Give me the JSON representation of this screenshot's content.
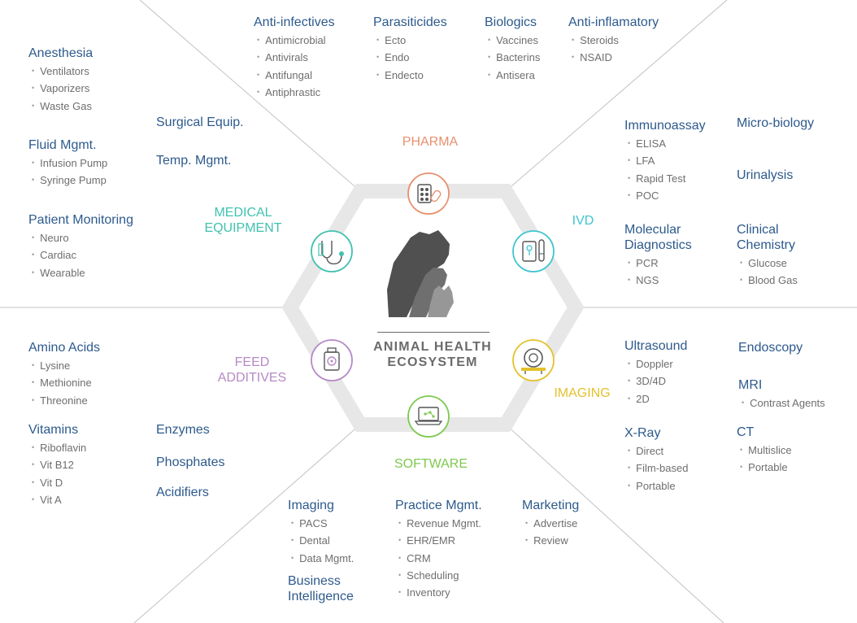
{
  "center": {
    "title_line1": "ANIMAL HEALTH",
    "title_line2": "ECOSYSTEM"
  },
  "categories": {
    "pharma": "PHARMA",
    "ivd": "IVD",
    "medical_line1": "MEDICAL",
    "medical_line2": "EQUIPMENT",
    "feed_line1": "FEED",
    "feed_line2": "ADDITIVES",
    "imaging": "IMAGING",
    "software": "SOFTWARE"
  },
  "colors": {
    "pharma": "#e8906e",
    "ivd": "#3ec5cf",
    "medical": "#3fc2b0",
    "feed": "#b58ac6",
    "imaging": "#e3c12d",
    "software": "#7ec94f",
    "heading": "#2d5a8c",
    "item": "#6e6e6e"
  },
  "pharma": {
    "anti_infectives": {
      "title": "Anti-infectives",
      "items": [
        "Antimicrobial",
        "Antivirals",
        "Antifungal",
        "Antiphrastic"
      ]
    },
    "parasiticides": {
      "title": "Parasiticides",
      "items": [
        "Ecto",
        "Endo",
        "Endecto"
      ]
    },
    "biologics": {
      "title": "Biologics",
      "items": [
        "Vaccines",
        "Bacterins",
        "Antisera"
      ]
    },
    "anti_inflammatory": {
      "title": "Anti-inflamatory",
      "items": [
        "Steroids",
        "NSAID"
      ]
    }
  },
  "medical": {
    "anesthesia": {
      "title": "Anesthesia",
      "items": [
        "Ventilators",
        "Vaporizers",
        "Waste Gas"
      ]
    },
    "fluid": {
      "title": "Fluid Mgmt.",
      "items": [
        "Infusion Pump",
        "Syringe Pump"
      ]
    },
    "patient": {
      "title": "Patient Monitoring",
      "items": [
        "Neuro",
        "Cardiac",
        "Wearable"
      ]
    },
    "surgical": "Surgical Equip.",
    "temp": "Temp. Mgmt."
  },
  "ivd": {
    "immunoassay": {
      "title": "Immunoassay",
      "items": [
        "ELISA",
        "LFA",
        "Rapid Test",
        "POC"
      ]
    },
    "microbiology": "Micro-biology",
    "urinalysis": "Urinalysis",
    "molecular": {
      "title_line1": "Molecular",
      "title_line2": "Diagnostics",
      "items": [
        "PCR",
        "NGS"
      ]
    },
    "clinical": {
      "title_line1": "Clinical",
      "title_line2": "Chemistry",
      "items": [
        "Glucose",
        "Blood Gas"
      ]
    }
  },
  "feed": {
    "amino": {
      "title": "Amino Acids",
      "items": [
        "Lysine",
        "Methionine",
        "Threonine"
      ]
    },
    "vitamins": {
      "title": "Vitamins",
      "items": [
        "Riboflavin",
        "Vit B12",
        "Vit D",
        "Vit A"
      ]
    },
    "enzymes": "Enzymes",
    "phosphates": "Phosphates",
    "acidifiers": "Acidifiers"
  },
  "imaging": {
    "ultrasound": {
      "title": "Ultrasound",
      "items": [
        "Doppler",
        "3D/4D",
        "2D"
      ]
    },
    "endoscopy": "Endoscopy",
    "mri": {
      "title": "MRI",
      "items": [
        "Contrast Agents"
      ]
    },
    "xray": {
      "title": "X-Ray",
      "items": [
        "Direct",
        "Film-based",
        "Portable"
      ]
    },
    "ct": {
      "title": "CT",
      "items": [
        "Multislice",
        "Portable"
      ]
    }
  },
  "software": {
    "imaging": {
      "title": "Imaging",
      "items": [
        "PACS",
        "Dental",
        "Data Mgmt."
      ]
    },
    "bi": {
      "title_line1": "Business",
      "title_line2": "Intelligence"
    },
    "practice": {
      "title": "Practice Mgmt.",
      "items": [
        "Revenue Mgmt.",
        "EHR/EMR",
        "CRM",
        "Scheduling",
        "Inventory"
      ]
    },
    "marketing": {
      "title": "Marketing",
      "items": [
        "Advertise",
        "Review"
      ]
    }
  },
  "icons": {
    "pharma": "pills-icon",
    "ivd": "test-tube-icon",
    "medical": "stethoscope-icon",
    "feed": "supplement-bottle-icon",
    "imaging": "mri-scanner-icon",
    "software": "laptop-icon",
    "center": "animal-silhouettes-icon"
  }
}
